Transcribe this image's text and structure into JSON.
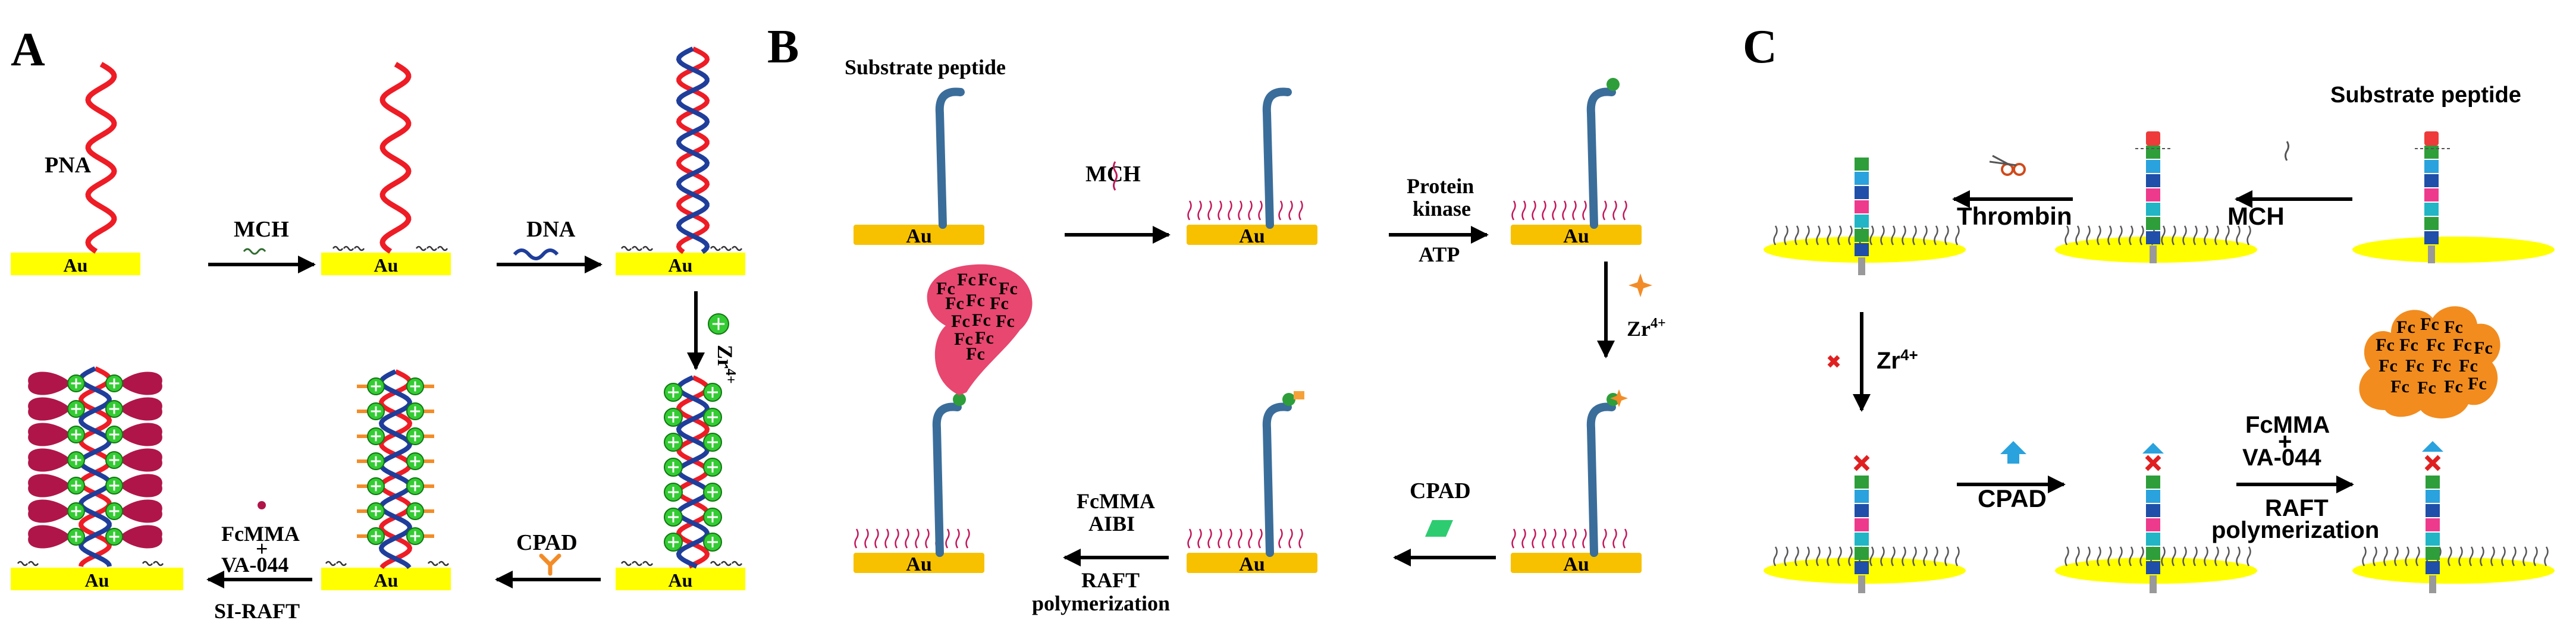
{
  "panels": {
    "A": {
      "label": "A",
      "surface": "Au",
      "pna": "PNA",
      "mch": "MCH",
      "dna": "DNA",
      "zr": "Zr",
      "zr_sup": "4+",
      "cpad": "CPAD",
      "fcmma": "FcMMA",
      "plus": "+",
      "va044": "VA-044",
      "siraft": "SI-RAFT"
    },
    "B": {
      "label": "B",
      "surface": "Au",
      "substrate": "Substrate peptide",
      "mch": "MCH",
      "protein": "Protein",
      "kinase": "kinase",
      "atp": "ATP",
      "zr": "Zr",
      "zr_sup": "4+",
      "cpad": "CPAD",
      "fcmma": "FcMMA",
      "aibi": "AIBI",
      "raft": "RAFT",
      "polymerization": "polymerization",
      "fc": "Fc"
    },
    "C": {
      "label": "C",
      "substrate": "Substrate peptide",
      "mch": "MCH",
      "thrombin": "Thrombin",
      "zr": "Zr",
      "zr_sup": "4+",
      "cpad": "CPAD",
      "fcmma": "FcMMA",
      "plus": "+",
      "va044": "VA-044",
      "raft": "RAFT",
      "polymerization": "polymerization",
      "fc": "Fc"
    }
  },
  "colors": {
    "gold_surface_A": "#ffff00",
    "gold_surface_B": "#f7c100",
    "gold_surface_C": "#ffff00",
    "pna": "#ee1c25",
    "dna": "#1f3e9b",
    "peptide": "#3a6d9a",
    "mch_wave": "#c2185b",
    "zr_star": "#f28c28",
    "zr_charge": "#33cc33",
    "cpad": "#f28c28",
    "fc_balloon": "#e8476f",
    "fc_blob": "#f28c1e",
    "crimson_polymer": "#b0154a",
    "phospho_dot": "#2e9e3a",
    "cpad_green": "#2ecc71",
    "c_arrow_blue": "#2aa2dd",
    "c_cross_red": "#e02020"
  }
}
